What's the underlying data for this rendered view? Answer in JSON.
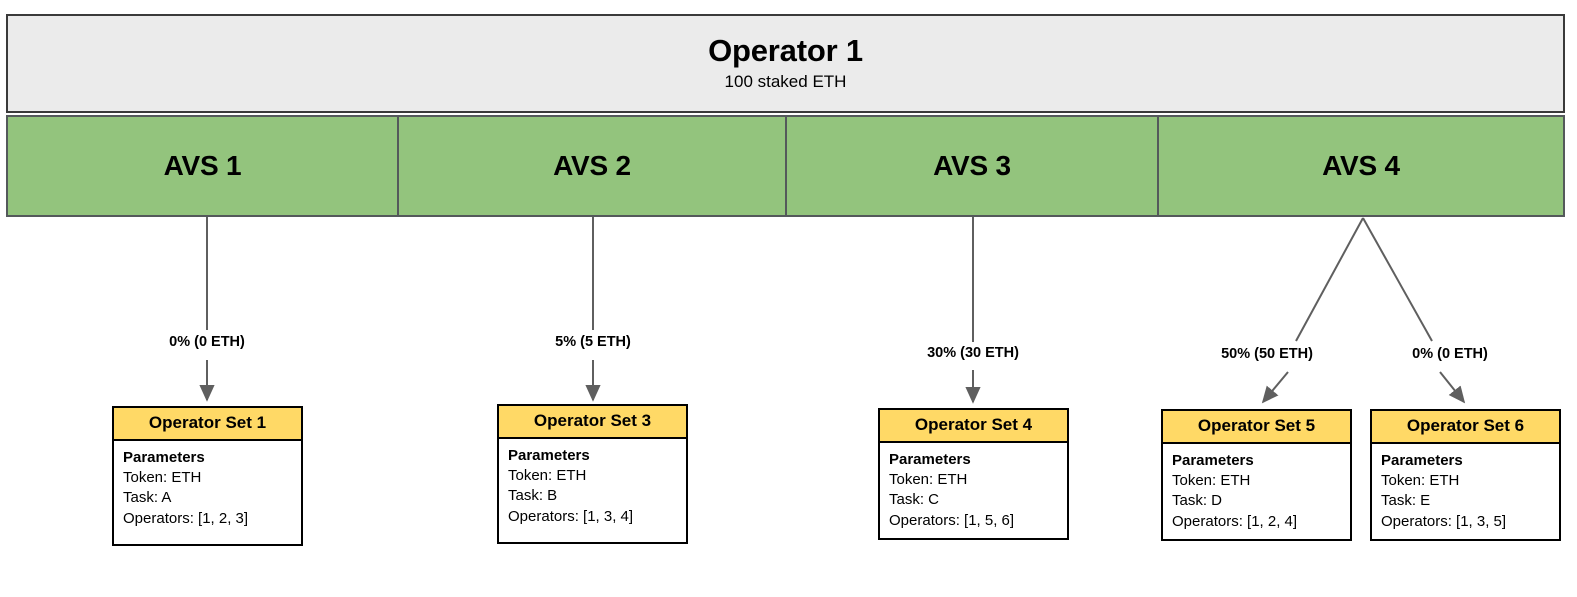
{
  "operator": {
    "title": "Operator 1",
    "subtitle": "100 staked ETH"
  },
  "avs": [
    {
      "label": "AVS 1"
    },
    {
      "label": "AVS 2"
    },
    {
      "label": "AVS 3"
    },
    {
      "label": "AVS 4"
    }
  ],
  "allocations": [
    {
      "label": "0% (0 ETH)",
      "from": "AVS 1",
      "to": "Operator Set 1",
      "percent": 0,
      "eth": 0
    },
    {
      "label": "5% (5 ETH)",
      "from": "AVS 2",
      "to": "Operator Set 3",
      "percent": 5,
      "eth": 5
    },
    {
      "label": "30% (30 ETH)",
      "from": "AVS 3",
      "to": "Operator Set 4",
      "percent": 30,
      "eth": 30
    },
    {
      "label": "50% (50 ETH)",
      "from": "AVS 4",
      "to": "Operator Set 5",
      "percent": 50,
      "eth": 50
    },
    {
      "label": "0% (0 ETH)",
      "from": "AVS 4",
      "to": "Operator Set 6",
      "percent": 0,
      "eth": 0
    }
  ],
  "operator_sets": [
    {
      "title": "Operator Set 1",
      "params_heading": "Parameters",
      "token": "Token: ETH",
      "task": "Task: A",
      "operators": "Operators: [1, 2, 3]"
    },
    {
      "title": "Operator Set 3",
      "params_heading": "Parameters",
      "token": "Token: ETH",
      "task": "Task: B",
      "operators": "Operators: [1, 3, 4]"
    },
    {
      "title": "Operator Set 4",
      "params_heading": "Parameters",
      "token": "Token: ETH",
      "task": "Task: C",
      "operators": "Operators: [1, 5, 6]"
    },
    {
      "title": "Operator Set 5",
      "params_heading": "Parameters",
      "token": "Token: ETH",
      "task": "Task: D",
      "operators": "Operators: [1, 2, 4]"
    },
    {
      "title": "Operator Set 6",
      "params_heading": "Parameters",
      "token": "Token: ETH",
      "task": "Task: E",
      "operators": "Operators: [1, 3, 5]"
    }
  ],
  "colors": {
    "operator_bar_fill": "#ebebeb",
    "avs_fill": "#93c47d",
    "opset_header_fill": "#ffd966",
    "border": "#000000",
    "connector": "#5f5f5f"
  }
}
